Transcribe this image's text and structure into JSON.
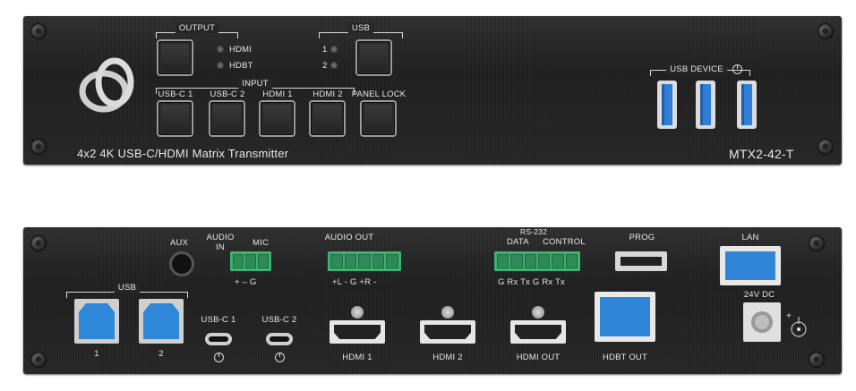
{
  "front": {
    "output_label": "OUTPUT",
    "hdmi_led_label": "HDMI",
    "hdbt_led_label": "HDBT",
    "usb_label": "USB",
    "usb_led_1": "1",
    "usb_led_2": "2",
    "input_label": "INPUT",
    "inputs": [
      "USB-C 1",
      "USB-C 2",
      "HDMI 1",
      "HDMI 2"
    ],
    "panel_lock_label": "PANEL LOCK",
    "usb_device_label": "USB DEVICE",
    "product_description": "4x2 4K USB-C/HDMI Matrix Transmitter",
    "model": "MTX2-42-T"
  },
  "rear": {
    "aux_label": "AUX",
    "audio_in_label": "AUDIO",
    "audio_in_sub": "IN",
    "mic_label": "MIC",
    "audio_in_pins": "+  –  G",
    "audio_out_label": "AUDIO OUT",
    "audio_out_pins": "+L -  G  +R -",
    "rs232_label": "RS-232",
    "rs232_data_label": "DATA",
    "rs232_control_label": "CONTROL",
    "rs232_pins": "G  Rx  Tx  G  Rx  Tx",
    "prog_label": "PROG",
    "lan_label": "LAN",
    "power_label": "24V DC",
    "usb_label": "USB",
    "usb_b_1": "1",
    "usb_b_2": "2",
    "usbc1_label": "USB-C 1",
    "usbc2_label": "USB-C 2",
    "hdmi1_label": "HDMI 1",
    "hdmi2_label": "HDMI 2",
    "hdmi_out_label": "HDMI OUT",
    "hdbt_out_label": "HDBT OUT"
  }
}
